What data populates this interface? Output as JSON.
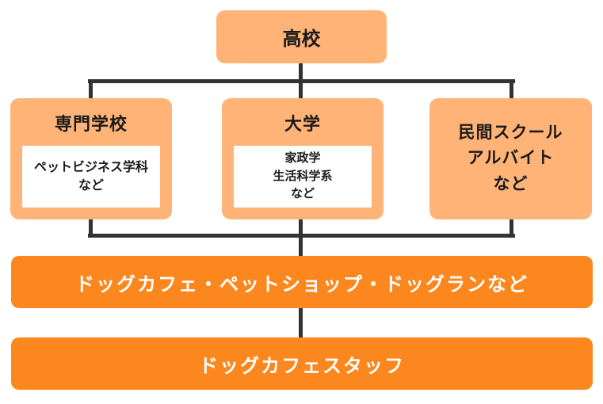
{
  "diagram": {
    "type": "flowchart",
    "colors": {
      "light_orange_box": "#FFB377",
      "vivid_orange_bar": "#FB871E",
      "connector_line": "#333333",
      "dark_text": "#1a1a1a",
      "light_text": "#ffffff",
      "inner_box_bg": "#ffffff"
    },
    "top_node": {
      "label": "高校"
    },
    "branches": [
      {
        "title": "専門学校",
        "sub_lines": [
          "ペットビジネス学科",
          "など"
        ]
      },
      {
        "title": "大学",
        "sub_lines": [
          "家政学",
          "生活科学系",
          "など"
        ]
      },
      {
        "lines": [
          "民間スクール",
          "アルバイト",
          "など"
        ]
      }
    ],
    "bar_workplace": {
      "label": "ドッグカフェ・ペットショップ・ドッグランなど"
    },
    "bar_goal": {
      "label": "ドッグカフェスタッフ"
    }
  }
}
